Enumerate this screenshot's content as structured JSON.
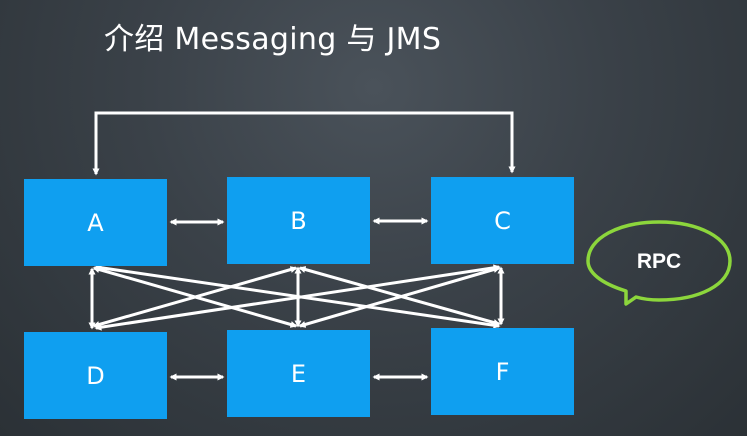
{
  "title": "介绍 Messaging 与 JMS",
  "nodes": {
    "a": "A",
    "b": "B",
    "c": "C",
    "d": "D",
    "e": "E",
    "f": "F"
  },
  "callout": {
    "label": "RPC",
    "border_color": "#8cd63c"
  },
  "colors": {
    "node_fill": "#0f9ff0",
    "arrow": "#ffffff"
  }
}
